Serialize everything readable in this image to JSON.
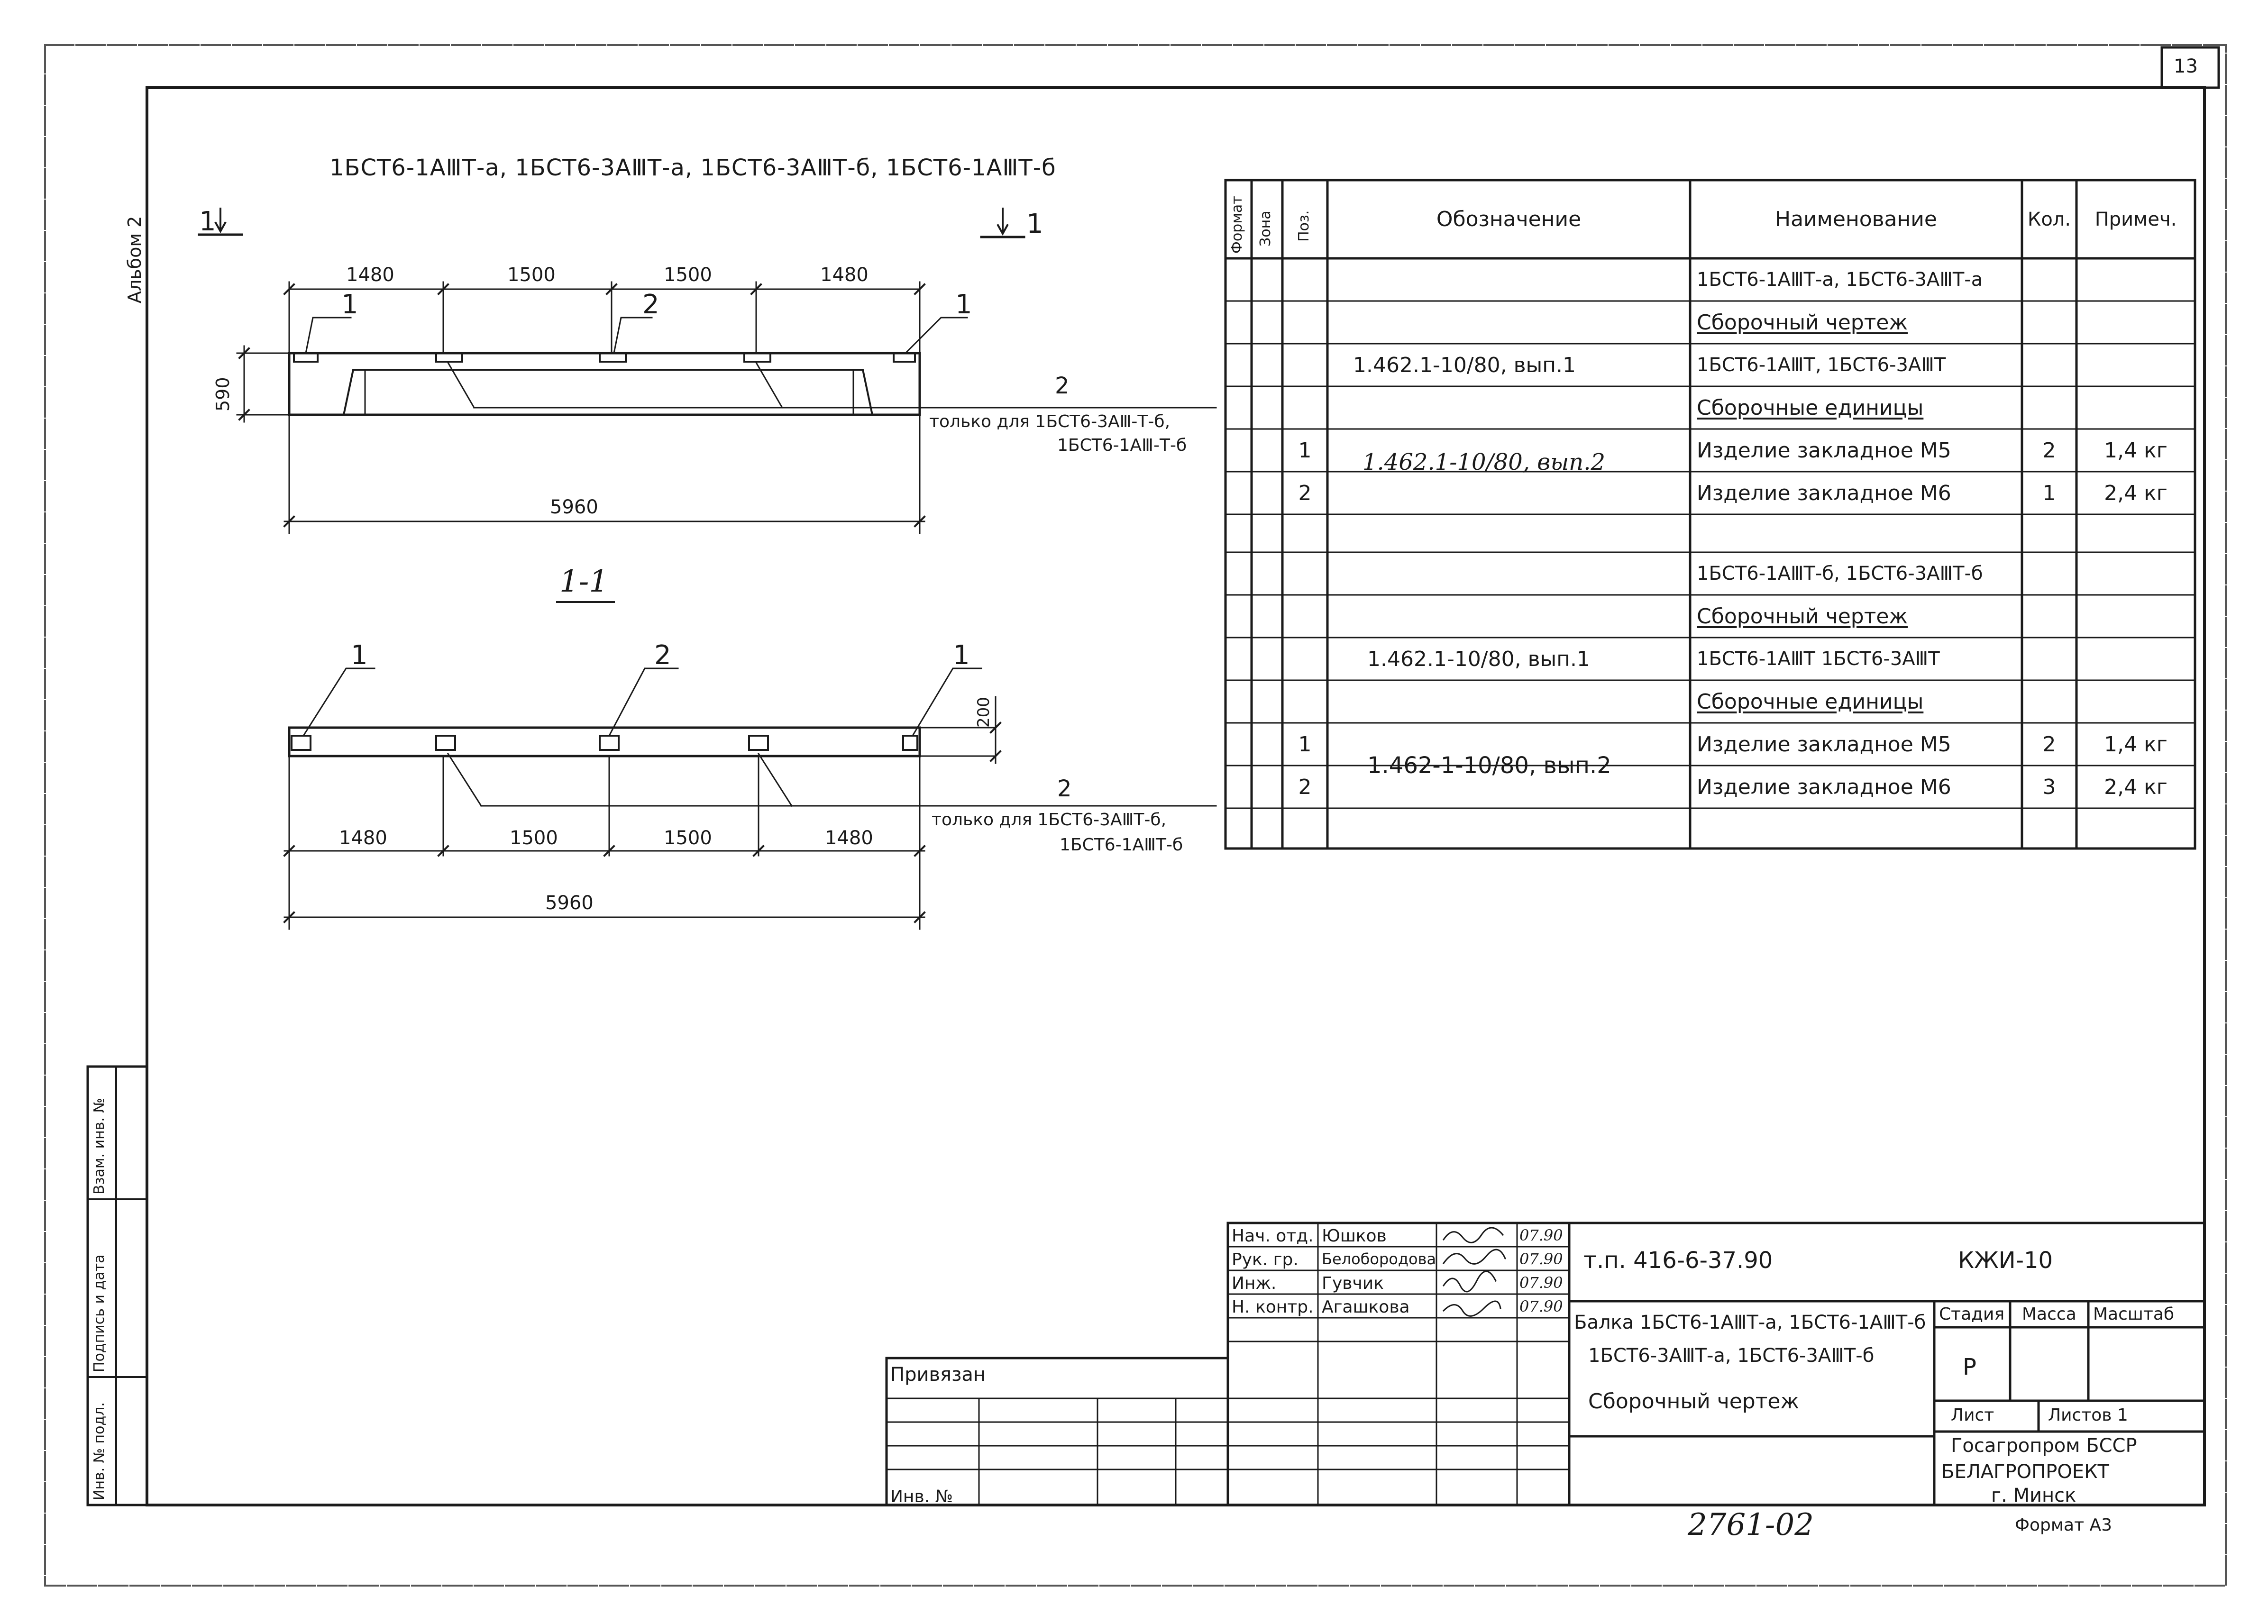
{
  "sheet": {
    "page_number": "13",
    "album_label": "Альбом 2",
    "drawing_title": "1БСТ6-1АⅢТ-а, 1БСТ6-3АⅢТ-а, 1БСТ6-3АⅢТ-б, 1БСТ6-1АⅢТ-б",
    "handwritten_number": "2761-02",
    "format_label": "Формат А3"
  },
  "drawing": {
    "plan": {
      "section_mark": "1",
      "dims_top": [
        "1480",
        "1500",
        "1500",
        "1480"
      ],
      "height_dim": "590",
      "total_dim": "5960",
      "callouts": [
        "1",
        "2",
        "1"
      ],
      "note_pos": "2",
      "note_text_1": "только для 1БСТ6-3АⅢ-Т-б,",
      "note_text_2": "1БСТ6-1АⅢ-Т-б"
    },
    "section": {
      "title": "1-1",
      "callouts": [
        "1",
        "2",
        "1"
      ],
      "height_dim": "200",
      "dims_bottom": [
        "1480",
        "1500",
        "1500",
        "1480"
      ],
      "total_dim": "5960",
      "note_pos": "2",
      "note_text_1": "только для 1БСТ6-3АⅢТ-б,",
      "note_text_2": "1БСТ6-1АⅢТ-б"
    }
  },
  "spec_table": {
    "headers": {
      "format": "Формат",
      "zone": "Зона",
      "pos": "Поз.",
      "designation": "Обозначение",
      "name": "Наименование",
      "qty": "Кол.",
      "note": "Примеч."
    },
    "rows": [
      {
        "pos": "",
        "designation": "",
        "name": "1БСТ6-1АⅢТ-а, 1БСТ6-3АⅢТ-а",
        "qty": "",
        "note": ""
      },
      {
        "pos": "",
        "designation": "",
        "name": "Сборочный чертеж",
        "qty": "",
        "note": ""
      },
      {
        "pos": "",
        "designation": "1.462.1-10/80, вып.1",
        "name": "1БСТ6-1АⅢТ, 1БСТ6-3АⅢТ",
        "qty": "",
        "note": ""
      },
      {
        "pos": "",
        "designation": "",
        "name": "Сборочные единицы",
        "qty": "",
        "note": ""
      },
      {
        "pos": "1",
        "designation": "1.462.1-10/80, вып.2",
        "name": "Изделие закладное М5",
        "qty": "2",
        "note": "1,4 кг"
      },
      {
        "pos": "2",
        "designation": "",
        "name": "Изделие закладное М6",
        "qty": "1",
        "note": "2,4 кг"
      },
      {
        "pos": "",
        "designation": "",
        "name": "",
        "qty": "",
        "note": ""
      },
      {
        "pos": "",
        "designation": "",
        "name": "1БСТ6-1АⅢТ-б, 1БСТ6-3АⅢТ-б",
        "qty": "",
        "note": ""
      },
      {
        "pos": "",
        "designation": "",
        "name": "Сборочный чертеж",
        "qty": "",
        "note": ""
      },
      {
        "pos": "",
        "designation": "1.462.1-10/80, вып.1",
        "name": "1БСТ6-1АⅢТ  1БСТ6-3АⅢТ",
        "qty": "",
        "note": ""
      },
      {
        "pos": "",
        "designation": "",
        "name": "Сборочные единицы",
        "qty": "",
        "note": ""
      },
      {
        "pos": "1",
        "designation": "1.462-1-10/80, вып.2",
        "name": "Изделие закладное М5",
        "qty": "2",
        "note": "1,4 кг"
      },
      {
        "pos": "2",
        "designation": "",
        "name": "Изделие закладное М6",
        "qty": "3",
        "note": "2,4 кг"
      },
      {
        "pos": "",
        "designation": "",
        "name": "",
        "qty": "",
        "note": ""
      }
    ]
  },
  "title_block": {
    "signatures": [
      {
        "role": "Нач. отд.",
        "name": "Юшков",
        "date": "07.90"
      },
      {
        "role": "Рук. гр.",
        "name": "Белобородова",
        "date": "07.90"
      },
      {
        "role": "Инж.",
        "name": "Гувчик",
        "date": "07.90"
      },
      {
        "role": "Н. контр.",
        "name": "Агашкова",
        "date": "07.90"
      }
    ],
    "project_code": "т.п. 416-6-37.90",
    "doc_code": "КЖИ-10",
    "title_line_1": "Балка 1БСТ6-1АⅢТ-а, 1БСТ6-1АⅢТ-б",
    "title_line_2": "1БСТ6-3АⅢТ-а, 1БСТ6-3АⅢТ-б",
    "title_line_3": "Сборочный чертеж",
    "stage_label": "Стадия",
    "mass_label": "Масса",
    "scale_label": "Масштаб",
    "stage_value": "Р",
    "sheet_label": "Лист",
    "sheets_label": "Листов 1",
    "org_1": "Госагропром БССР",
    "org_2": "БЕЛАГРОПРОЕКТ",
    "org_3": "г. Минск",
    "privyazan": "Привязан",
    "inv_no": "Инв. №"
  },
  "side_stamp": {
    "inv_orig": "Инв. № подл.",
    "sign_date": "Подпись и дата",
    "vzam_inv": "Взам. инв. №"
  }
}
